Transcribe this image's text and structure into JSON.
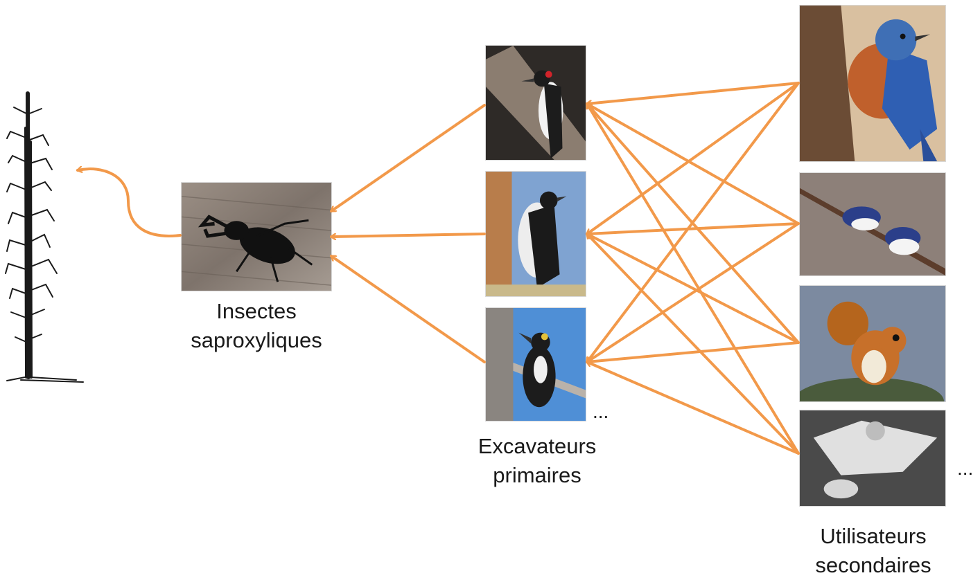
{
  "groups": {
    "insects": {
      "label_line1": "Insectes",
      "label_line2": "saproxyliques",
      "photo_name": "stag-beetle-photo"
    },
    "primary": {
      "label_line1": "Excavateurs",
      "label_line2": "primaires",
      "ellipsis": "...",
      "photos": [
        "hairy-woodpecker-photo",
        "downy-woodpecker-photo",
        "three-toed-woodpecker-photo"
      ]
    },
    "secondary": {
      "label_line1": "Utilisateurs",
      "label_line2": "secondaires",
      "ellipsis": "...",
      "photos": [
        "eastern-bluebird-photo",
        "tree-swallow-photo",
        "red-squirrel-photo",
        "flying-squirrel-photo"
      ]
    }
  },
  "colors": {
    "arrow": "#f2994a"
  },
  "icons": {
    "snag": "dead-tree-icon"
  }
}
